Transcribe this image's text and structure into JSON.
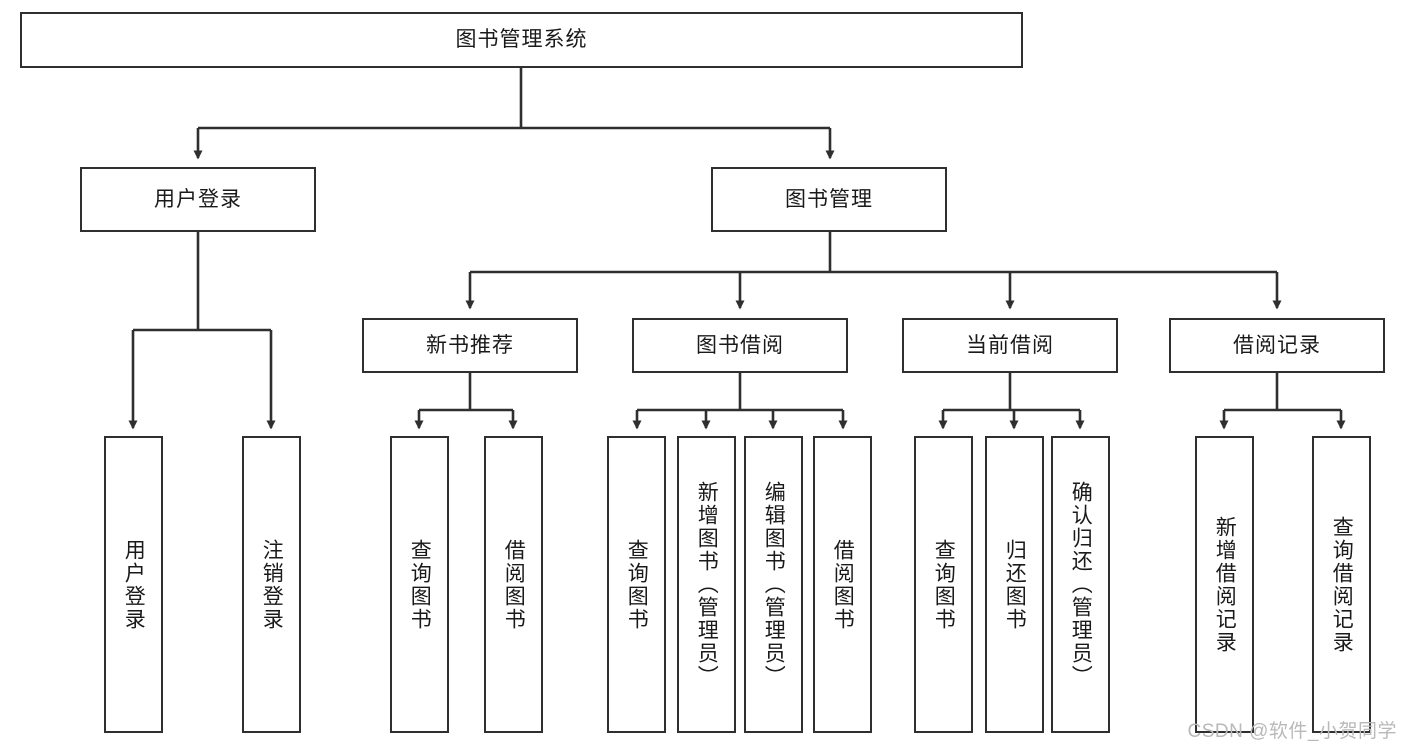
{
  "diagram": {
    "type": "tree-hierarchy",
    "title": "图书管理系统",
    "root": {
      "label": "图书管理系统",
      "children": [
        {
          "label": "用户登录",
          "children": [
            {
              "label": "用户登录"
            },
            {
              "label": "注销登录"
            }
          ]
        },
        {
          "label": "图书管理",
          "children": [
            {
              "label": "新书推荐",
              "children": [
                {
                  "label": "查询图书"
                },
                {
                  "label": "借阅图书"
                }
              ]
            },
            {
              "label": "图书借阅",
              "children": [
                {
                  "label": "查询图书"
                },
                {
                  "label": "新增图书（管理员）"
                },
                {
                  "label": "编辑图书（管理员）"
                },
                {
                  "label": "借阅图书"
                }
              ]
            },
            {
              "label": "当前借阅",
              "children": [
                {
                  "label": "查询图书"
                },
                {
                  "label": "归还图书"
                },
                {
                  "label": "确认归还（管理员）"
                }
              ]
            },
            {
              "label": "借阅记录",
              "children": [
                {
                  "label": "新增借阅记录"
                },
                {
                  "label": "查询借阅记录"
                }
              ]
            }
          ]
        }
      ]
    },
    "nodes": {
      "root": "图书管理系统",
      "user_login": "用户登录",
      "book_manage": "图书管理",
      "new_book_rec": "新书推荐",
      "book_borrow": "图书借阅",
      "current_borrow": "当前借阅",
      "borrow_record": "借阅记录",
      "leaf_user_login": "用户登录",
      "leaf_logout": "注销登录",
      "leaf_rec_query": "查询图书",
      "leaf_rec_borrow": "借阅图书",
      "leaf_borrow_query": "查询图书",
      "leaf_borrow_add": "新增图书（管理员）",
      "leaf_borrow_edit": "编辑图书（管理员）",
      "leaf_borrow_do": "借阅图书",
      "leaf_cur_query": "查询图书",
      "leaf_cur_return": "归还图书",
      "leaf_cur_confirm": "确认归还（管理员）",
      "leaf_rec_add": "新增借阅记录",
      "leaf_rec_search": "查询借阅记录"
    },
    "colors": {
      "line": "#2f2f2f",
      "box_border": "#2f2f2f",
      "box_fill": "#ffffff",
      "text": "#1a1a1a",
      "watermark": "#b9b9b9",
      "background": "#ffffff"
    }
  },
  "watermark": {
    "text": "CSDN @软件_小贺同学"
  }
}
